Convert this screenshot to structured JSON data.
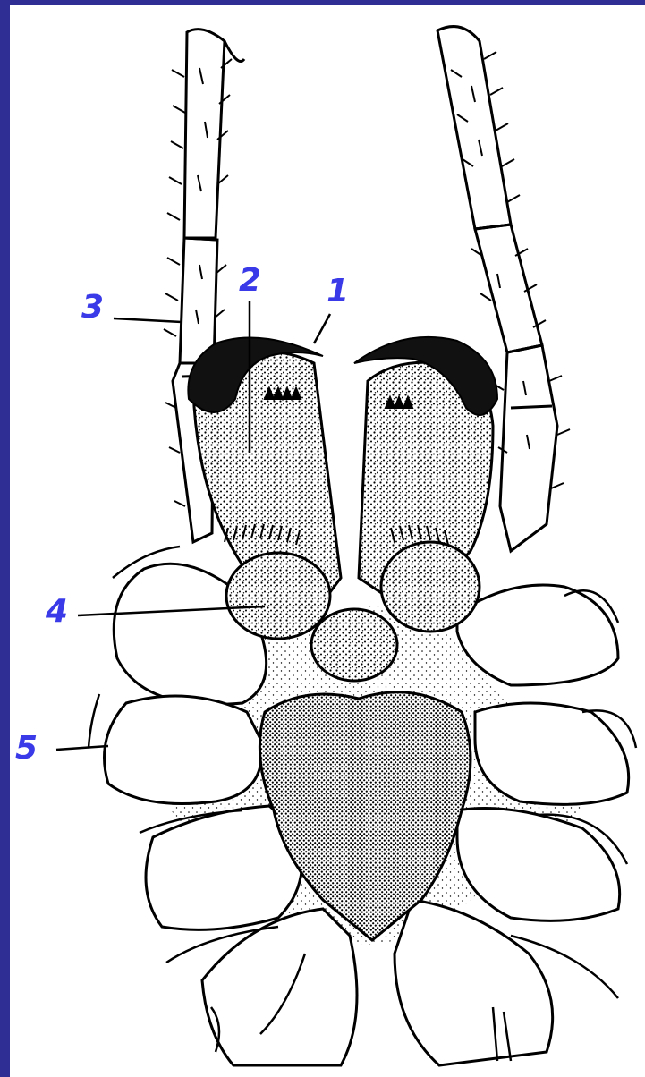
{
  "figure": {
    "background_color": "#2e2e94",
    "label_color": "#3a3ae8",
    "subject": "mite-gnathosoma-ventral-view",
    "callouts": [
      {
        "id": "1",
        "text": "1"
      },
      {
        "id": "2",
        "text": "2"
      },
      {
        "id": "3",
        "text": "3"
      },
      {
        "id": "4",
        "text": "4"
      },
      {
        "id": "5",
        "text": "5"
      }
    ]
  }
}
